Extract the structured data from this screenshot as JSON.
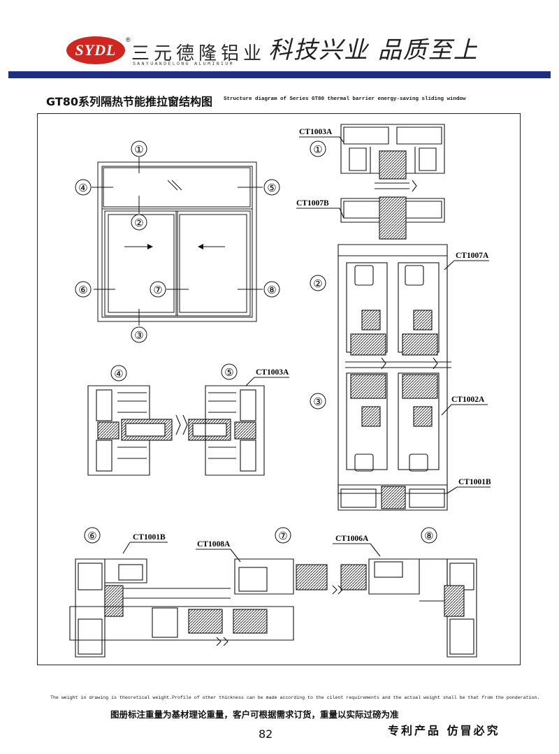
{
  "header": {
    "logo_text": "SYDL",
    "registered_mark": "®",
    "company_cn": "三元德隆铝业",
    "company_en": "SANYUANDELONG ALUMINIUM",
    "slogan": "科技兴业 品质至上",
    "brand_color": "#d0261f",
    "band_color": "#1f2f86"
  },
  "title": {
    "cn": "GT80系列隔热节能推拉窗结构图",
    "en": "Structure diagram of Series GT80 thermal barrier energy-saving sliding window"
  },
  "window_labels": {
    "n1": "①",
    "n2": "②",
    "n3": "③",
    "n4": "④",
    "n5": "⑤",
    "n6": "⑥",
    "n7": "⑦",
    "n8": "⑧"
  },
  "profile_codes": {
    "ct1003a": "CT1003A",
    "ct1007b": "CT1007B",
    "ct1007a": "CT1007A",
    "ct1002a": "CT1002A",
    "ct1001b": "CT1001B",
    "ct1008a": "CT1008A",
    "ct1006a": "CT1006A"
  },
  "footer": {
    "note_en": "The weight in drawing is theoretical weight.Profile of other thickness can be made according to the cilent requirements and the actual weight shall be that from the ponderation.",
    "note_cn": "图册标注重量为基材理论重量，客户可根据需求订货，重量以实际过磅为准",
    "page_number": "82",
    "patent": "专利产品 仿冒必究"
  }
}
